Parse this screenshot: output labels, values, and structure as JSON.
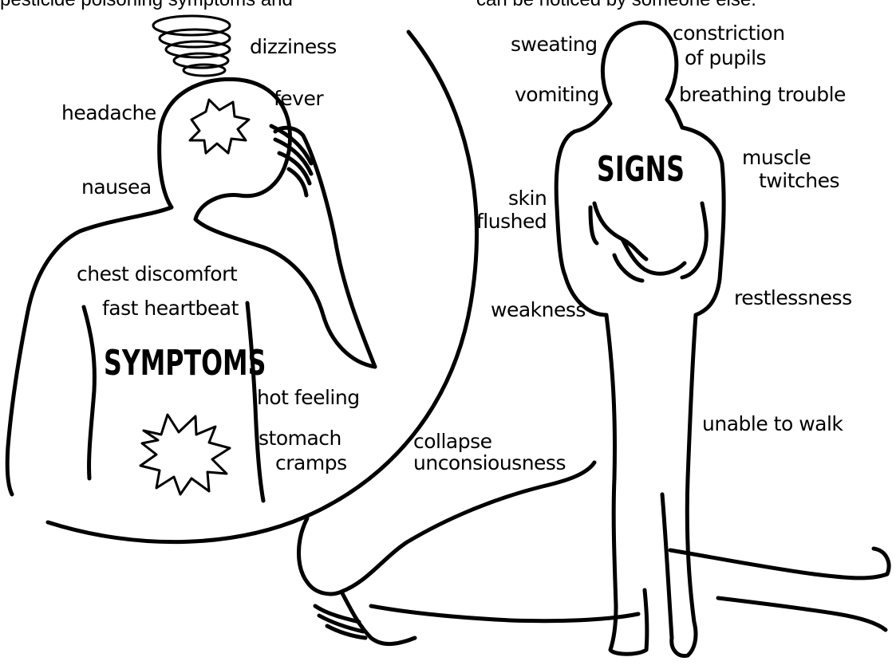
{
  "captions": {
    "left": "pesticide poisoning symptoms and",
    "right": "can be noticed by someone else."
  },
  "headings": {
    "symptoms": "SYMPTOMS",
    "signs": "SIGNS"
  },
  "symptoms": {
    "dizziness": "dizziness",
    "fever": "fever",
    "headache": "headache",
    "nausea": "nausea",
    "chest_discomfort": "chest discomfort",
    "fast_heartbeat": "fast heartbeat",
    "hot_feeling": "hot feeling",
    "stomach_cramps_1": "stomach",
    "stomach_cramps_2": "cramps"
  },
  "signs": {
    "sweating": "sweating",
    "constriction_1": "constriction",
    "constriction_2": "of pupils",
    "vomiting": "vomiting",
    "breathing_trouble": "breathing trouble",
    "muscle_1": "muscle",
    "muscle_2": "twitches",
    "skin_1": "skin",
    "skin_2": "flushed",
    "weakness": "weakness",
    "restlessness": "restlessness",
    "unable_to_walk": "unable to walk",
    "collapse": "collapse",
    "unconsciousness": "unconsiousness"
  }
}
